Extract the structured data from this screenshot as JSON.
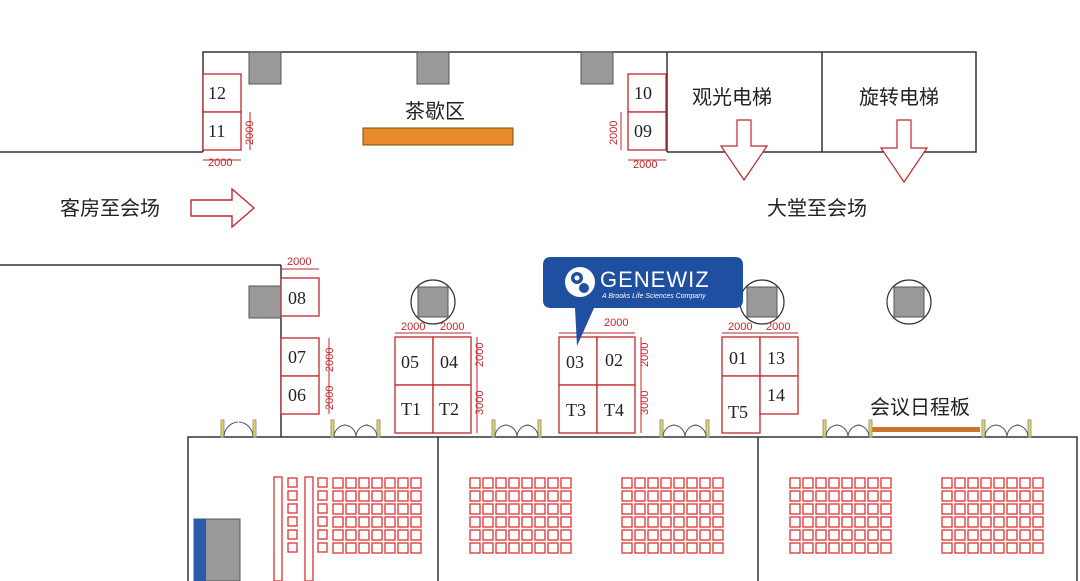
{
  "labels": {
    "tea_break": "茶歇区",
    "sightseeing_elevator": "观光电梯",
    "rotating_elevator": "旋转电梯",
    "guest_room_to_venue": "客房至会场",
    "lobby_to_venue": "大堂至会场",
    "agenda_board": "会议日程板"
  },
  "booths": {
    "b12": "12",
    "b11": "11",
    "b10": "10",
    "b09": "09",
    "b08": "08",
    "b07": "07",
    "b06": "06",
    "b05": "05",
    "b04": "04",
    "b03": "03",
    "b02": "02",
    "b01": "01",
    "b13": "13",
    "b14": "14",
    "t1": "T1",
    "t2": "T2",
    "t3": "T3",
    "t4": "T4",
    "t5": "T5"
  },
  "dimensions": {
    "d2000": "2000",
    "d3000": "3000"
  },
  "logo": {
    "brand": "GENEWIZ",
    "tagline": "A Brooks Life Sciences Company",
    "marker_color": "#1f4fa0"
  },
  "colors": {
    "booth_stroke": "#c1272d",
    "tea_bar": "#e8892b",
    "agenda_bar": "#c9762b",
    "pillar": "#999999"
  }
}
